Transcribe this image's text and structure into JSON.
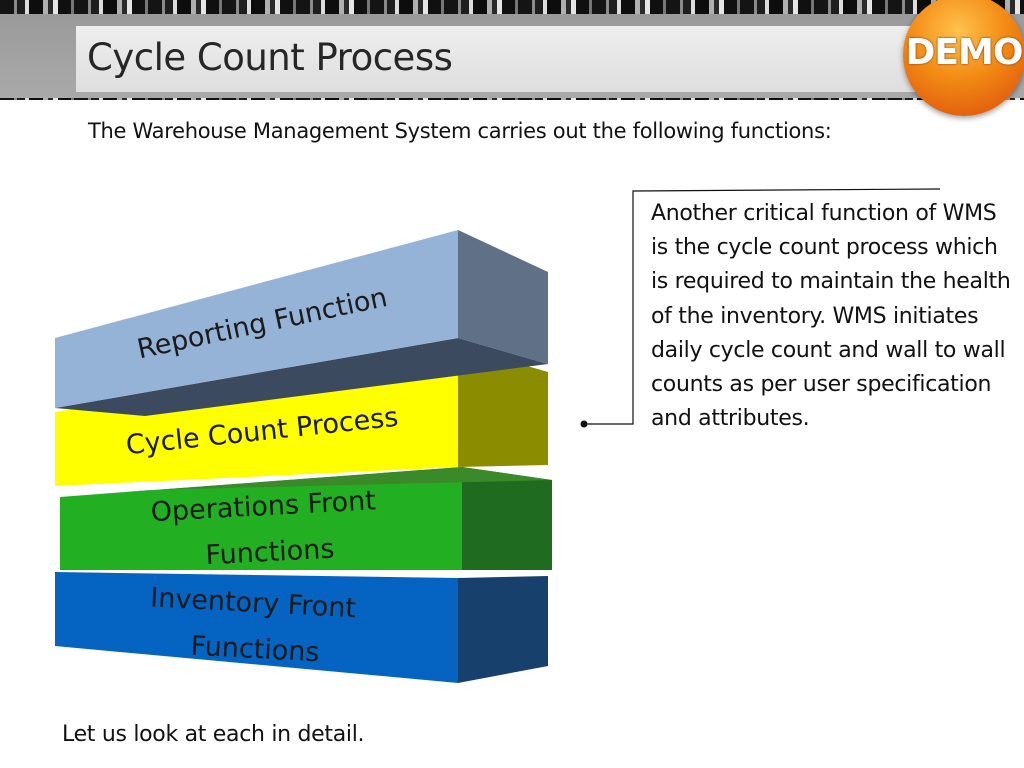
{
  "header": {
    "title": "Cycle Count Process",
    "badge": "DEMO"
  },
  "subtitle": "The Warehouse Management System carries out the following functions:",
  "layers": [
    {
      "lines": [
        "Reporting Function"
      ],
      "color": "#95b3d7"
    },
    {
      "lines": [
        "Cycle Count Process"
      ],
      "color": "#ffff00"
    },
    {
      "lines": [
        "Operations Front",
        "Functions"
      ],
      "color": "#22b022"
    },
    {
      "lines": [
        "Inventory Front",
        "Functions"
      ],
      "color": "#0563c1"
    }
  ],
  "callout": {
    "text": "Another critical function of WMS is the cycle count process which is required to maintain the health of the inventory. WMS initiates daily cycle count and wall to wall counts as per user specification and attributes."
  },
  "footer": "Let us look at each in detail."
}
